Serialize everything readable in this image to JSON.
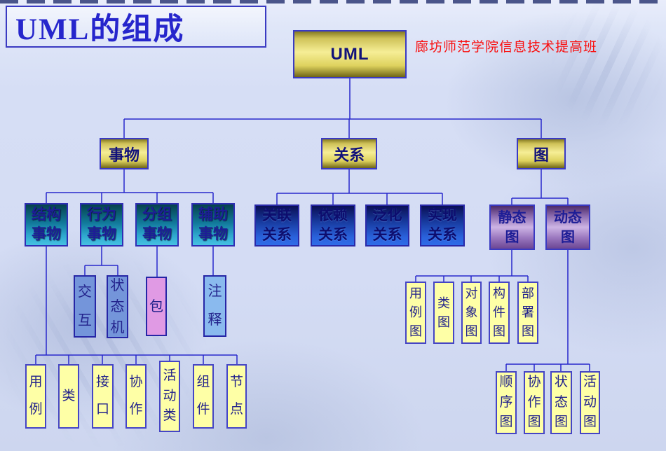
{
  "slide": {
    "title": "UML的组成",
    "annotation": "廊坊师范学院信息技术提高班"
  },
  "palette": {
    "background": "#d6def5",
    "connector_line": "#2828cc",
    "gold_box": "#f6ee96",
    "teal_box_top": "#06424c",
    "teal_box_bottom": "#46c2e2",
    "blue_box_top": "#0a0e54",
    "blue_box_bottom": "#2f6ce8",
    "purple_box_mid": "#cdb4e4",
    "yellow_box": "#feffa6",
    "interaction_box": "#7495da",
    "package_box": "#e09ae4",
    "note_box": "#8abaee",
    "title_text": "#2626cc",
    "annotation_text": "#f90f0f",
    "node_text": "#15157e"
  },
  "nodes": {
    "root": "UML",
    "things": "事物",
    "relationships": "关系",
    "diagrams": "图",
    "structural_things": "结构事物",
    "behavioral_things": "行为事物",
    "grouping_things": "分组事物",
    "annotational_things": "辅助事物",
    "association": "关联关系",
    "dependency": "依赖关系",
    "generalization": "泛化关系",
    "realization": "实现关系",
    "static_diagrams": "静态图",
    "dynamic_diagrams": "动态图",
    "interaction": "交互",
    "state_machine": "状态机",
    "package": "包",
    "note": "注释",
    "use_case": "用例",
    "class": "类",
    "interface": "接口",
    "collaboration": "协作",
    "active_class": "活动类",
    "component": "组件",
    "node": "节点",
    "use_case_diagram": "用例图",
    "class_diagram": "类图",
    "object_diagram": "对象图",
    "component_diagram": "构件图",
    "deployment_diagram": "部署图",
    "sequence_diagram": "顺序图",
    "collaboration_diagram": "协作图",
    "statechart_diagram": "状态图",
    "activity_diagram": "活动图"
  }
}
